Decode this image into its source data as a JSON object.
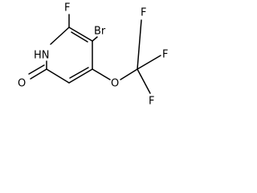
{
  "molecule": {
    "atoms": {
      "F_top": "F",
      "Br": "Br",
      "NH": "HN",
      "O_keto": "O",
      "O_ether": "O",
      "F_cf3_top": "F",
      "F_cf3_right": "F",
      "F_cf3_bottom": "F"
    }
  }
}
